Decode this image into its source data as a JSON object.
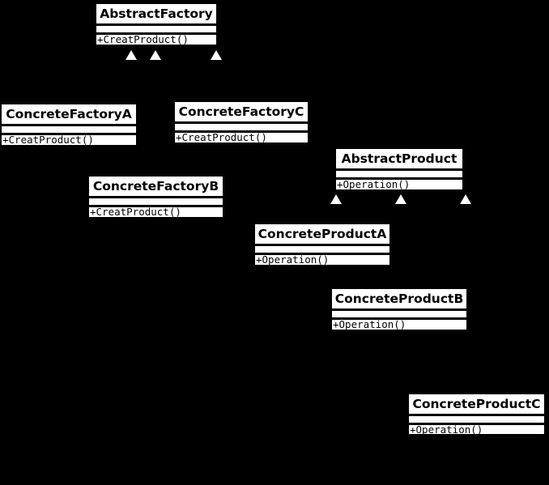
{
  "diagram": {
    "type": "uml-class-diagram",
    "colors": {
      "background": "#000000",
      "class_fill": "#ffffff",
      "class_border": "#000000",
      "text": "#000000",
      "inheritance_arrow_fill": "#ffffff"
    },
    "icons": {
      "inheritance_arrow": "triangle-up-icon"
    },
    "classes": [
      {
        "title": "AbstractFactory",
        "attributes": "",
        "method": "+CreatProduct()"
      },
      {
        "title": "ConcreteFactoryA",
        "attributes": "",
        "method": "+CreatProduct()"
      },
      {
        "title": "ConcreteFactoryC",
        "attributes": "",
        "method": "+CreatProduct()"
      },
      {
        "title": "ConcreteFactoryB",
        "attributes": "",
        "method": "+CreatProduct()"
      },
      {
        "title": "AbstractProduct",
        "attributes": "",
        "method": "+Operation()"
      },
      {
        "title": "ConcreteProductA",
        "attributes": "",
        "method": "+Operation()"
      },
      {
        "title": "ConcreteProductB",
        "attributes": "",
        "method": "+Operation()"
      },
      {
        "title": "ConcreteProductC",
        "attributes": "",
        "method": "+Operation()"
      }
    ]
  }
}
